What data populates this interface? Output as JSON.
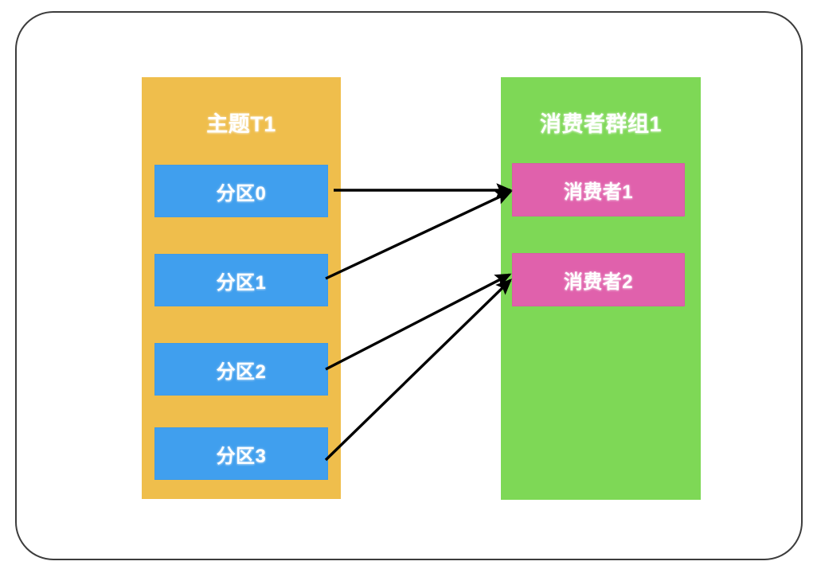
{
  "diagram": {
    "title_internal": "kafka-topic-consumer-group-partition-assignment",
    "colors": {
      "frame_border": "#3c3c3c",
      "topic_panel": "#efbe4c",
      "group_panel": "#7ed856",
      "partition_box": "#409fee",
      "consumer_box": "#e061ac",
      "label_text": "#ffffff",
      "arrow": "#000000",
      "background": "#ffffff"
    },
    "topic": {
      "title": "主题T1",
      "partitions": [
        {
          "label": "分区0"
        },
        {
          "label": "分区1"
        },
        {
          "label": "分区2"
        },
        {
          "label": "分区3"
        }
      ]
    },
    "consumer_group": {
      "title": "消费者群组1",
      "consumers": [
        {
          "label": "消费者1"
        },
        {
          "label": "消费者2"
        }
      ]
    },
    "connections": [
      {
        "from": "分区0",
        "to": "消费者1"
      },
      {
        "from": "分区1",
        "to": "消费者1"
      },
      {
        "from": "分区2",
        "to": "消费者2"
      },
      {
        "from": "分区3",
        "to": "消费者2"
      }
    ]
  }
}
